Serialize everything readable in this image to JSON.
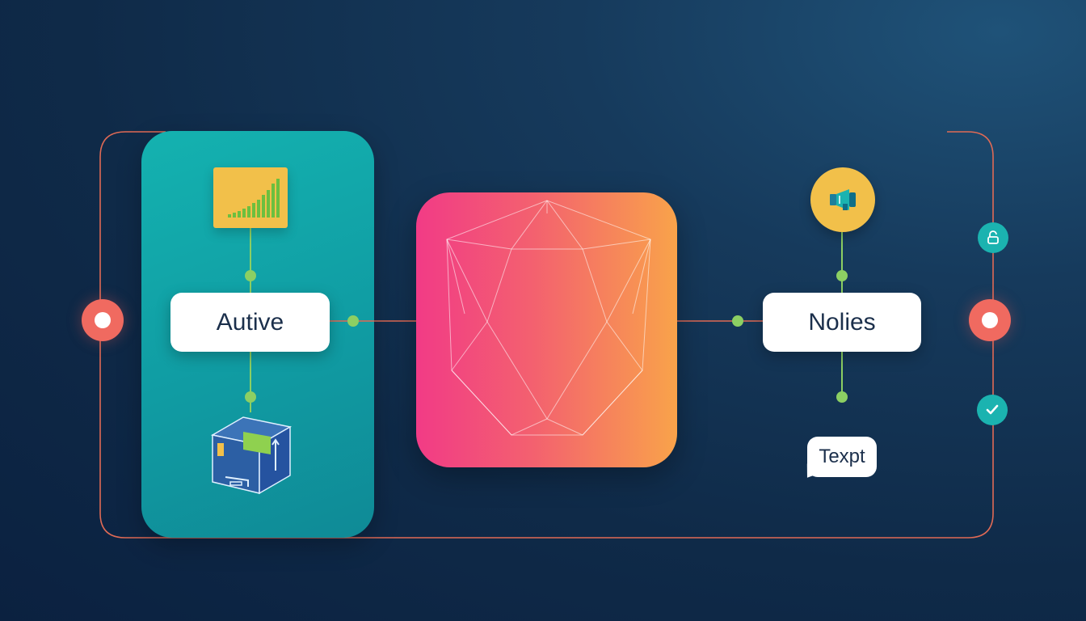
{
  "diagram": {
    "labels": {
      "left": "Autive",
      "right": "Nolies",
      "bubble": "Texpt"
    },
    "icons": {
      "chart": "bar-chart-icon",
      "box": "package-box-icon",
      "megaphone": "megaphone-icon",
      "lock": "lock-icon",
      "check": "check-icon",
      "polyhedron": "polyhedron-icon"
    },
    "colors": {
      "background": "#0f2a48",
      "teal_panel": "#12a5a8",
      "gradient_start": "#f23b86",
      "gradient_end": "#f9a34a",
      "connector_line": "#e06a55",
      "connector_green": "#8ccf63",
      "accent_yellow": "#f2c04a",
      "ring_red": "#f06a60",
      "badge_teal": "#1bb3b0",
      "label_bg": "#ffffff",
      "label_text": "#1b2f4b"
    }
  }
}
